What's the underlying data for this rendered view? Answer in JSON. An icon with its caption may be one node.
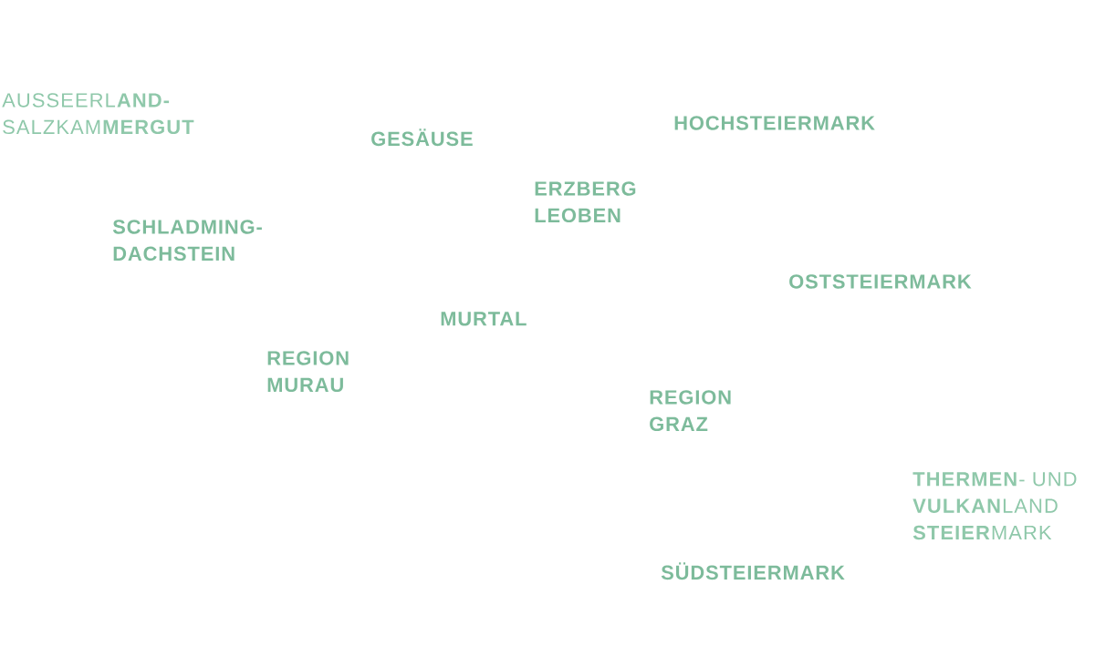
{
  "diagram": {
    "labels": [
      "AUSSEERL**AND-** SALZKAM**MERGUT**",
      "HOCHSTEIERMARK",
      "GESÄUSE",
      "ERZBERG LEOBEN",
      "SCHLADMING- DACHSTEIN",
      "OSTSTEIERMARK",
      "MURTAL",
      "REGION MURAU",
      "REGION GRAZ",
      "**THERMEN**- UND **VULKAN**LAND **STEIER**MARK",
      "SÜDSTEIERMARK"
    ]
  }
}
